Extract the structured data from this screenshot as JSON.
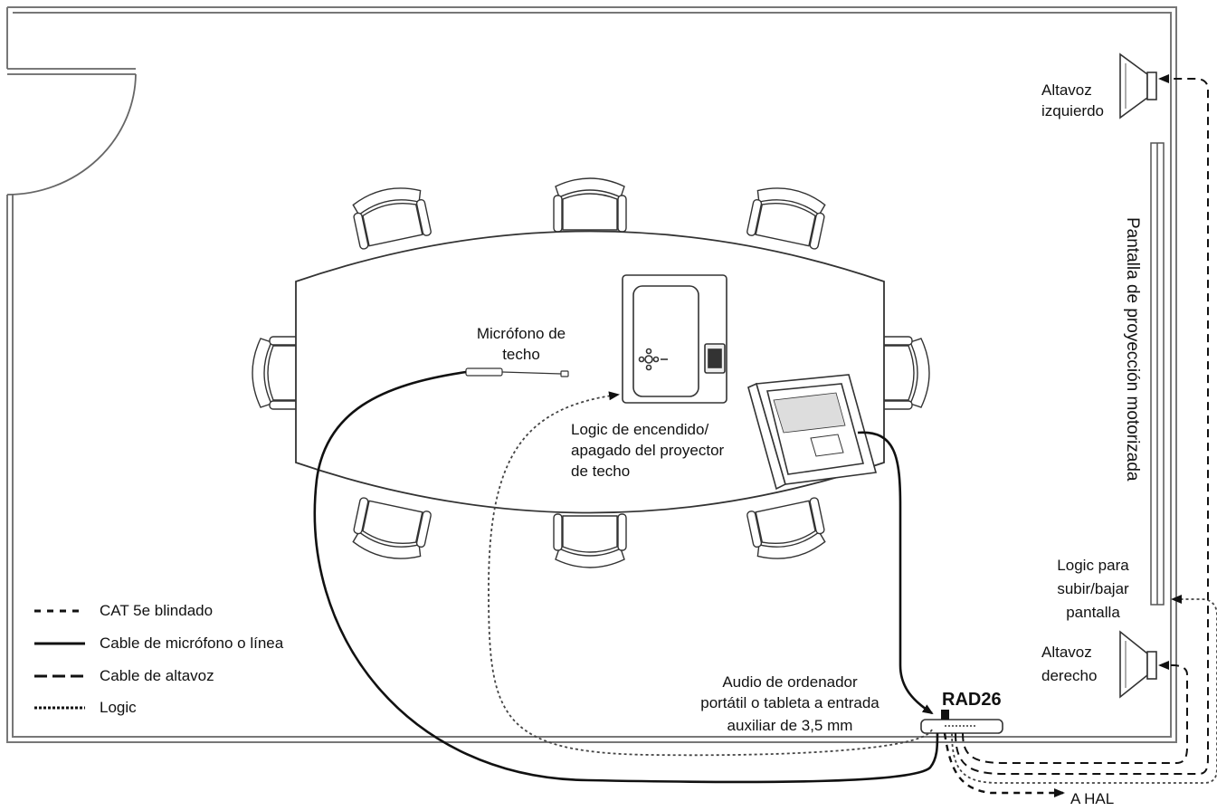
{
  "labels": {
    "microphone": [
      "Micrófono de",
      "techo"
    ],
    "projector_logic": [
      "Logic de encendido/",
      "apagado del proyector",
      "de techo"
    ],
    "left_speaker": [
      "Altavoz",
      "izquierdo"
    ],
    "right_speaker": [
      "Altavoz",
      "derecho"
    ],
    "screen_logic": [
      "Logic para",
      "subir/bajar",
      "pantalla"
    ],
    "laptop_audio": [
      "Audio de ordenador",
      "portátil o tableta a entrada",
      "auxiliar de 3,5 mm"
    ],
    "device": "RAD26",
    "to_hal": "A HAL",
    "screen": "Pantalla de proyección motorizada"
  },
  "legend": [
    {
      "style": "short-dash",
      "label": "CAT 5e blindado"
    },
    {
      "style": "solid",
      "label": "Cable de micrófono o línea"
    },
    {
      "style": "long-dash",
      "label": "Cable de altavoz"
    },
    {
      "style": "dotted",
      "label": "Logic"
    }
  ],
  "colors": {
    "ink": "#111111",
    "line_gray": "#555555",
    "background": "#ffffff"
  }
}
